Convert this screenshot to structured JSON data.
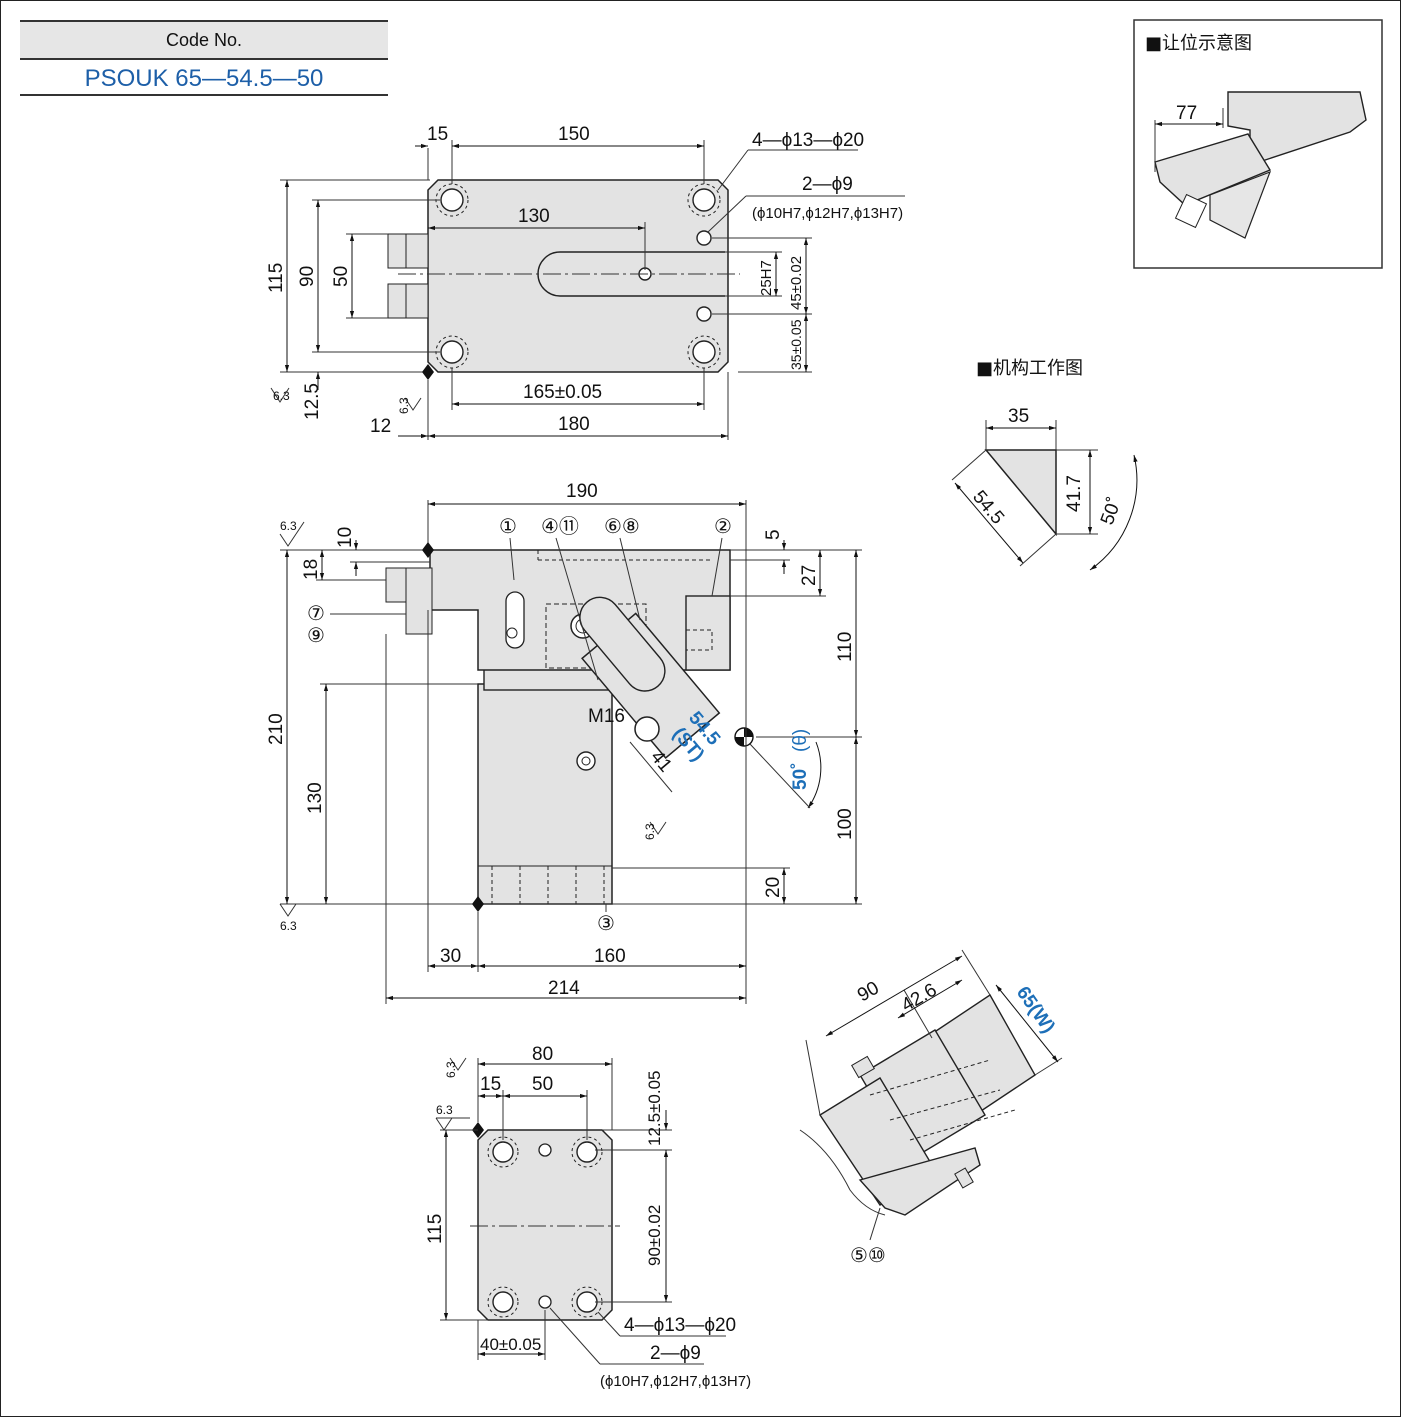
{
  "code": {
    "label": "Code No.",
    "value": "PSOUK 65—54.5—50"
  },
  "inset": {
    "title": "■让位示意图",
    "dim": "77"
  },
  "mechanism": {
    "title": "■机构工作图",
    "dim_top": "35",
    "dim_side": "54.5",
    "dim_height": "41.7",
    "angle": "50˚"
  },
  "top_view": {
    "d15": "15",
    "d150": "150",
    "d130": "130",
    "d115": "115",
    "d90": "90",
    "d50": "50",
    "d165": "165±0.05",
    "d180": "180",
    "d12": "12",
    "d12_5": "12.5",
    "holes_4": "4—ϕ13—ϕ20",
    "holes_2": "2—ϕ9",
    "holes_2_options": "(ϕ10H7,ϕ12H7,ϕ13H7)",
    "d25h7": "25H7",
    "d45": "45±0.02",
    "d35": "35±0.05",
    "rough1": "6.3",
    "rough2": "6.3"
  },
  "front_view": {
    "d190": "190",
    "d10": "10",
    "d18": "18",
    "d5": "5",
    "d27": "27",
    "d110": "110",
    "d100": "100",
    "d210": "210",
    "d130": "130",
    "d20": "20",
    "d30": "30",
    "d160": "160",
    "d214": "214",
    "m16": "M16",
    "d41": "41",
    "stroke": "54.5",
    "stroke_tag": "(ST)",
    "angle": "50˚",
    "angle_tag": "(θ)",
    "rough1": "6.3",
    "rough2": "6.3",
    "rough3": "6.3",
    "callouts": [
      "①",
      "④⑪",
      "⑥⑧",
      "②",
      "⑦",
      "⑨",
      "③"
    ]
  },
  "bottom_view": {
    "d80": "80",
    "d15": "15",
    "d50": "50",
    "d12_5": "12.5±0.05",
    "d115": "115",
    "d90": "90±0.02",
    "d40": "40±0.05",
    "holes_4": "4—ϕ13—ϕ20",
    "holes_2": "2—ϕ9",
    "holes_2_options": "(ϕ10H7,ϕ12H7,ϕ13H7)",
    "rough1": "6.3",
    "rough2": "6.3"
  },
  "iso_view": {
    "d90": "90",
    "d42_6": "42.6",
    "width": "65(W)",
    "callout": "⑤⑩"
  }
}
